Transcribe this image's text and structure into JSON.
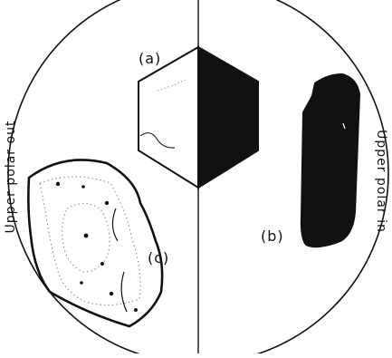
{
  "labels": {
    "a": "(a)",
    "b": "(b)",
    "c": "(c)",
    "left_side": "Upper polar out",
    "right_side": "Upper polar in"
  },
  "colors": {
    "ink": "#111111",
    "background": "#ffffff",
    "dots": "#8a8a8a"
  }
}
